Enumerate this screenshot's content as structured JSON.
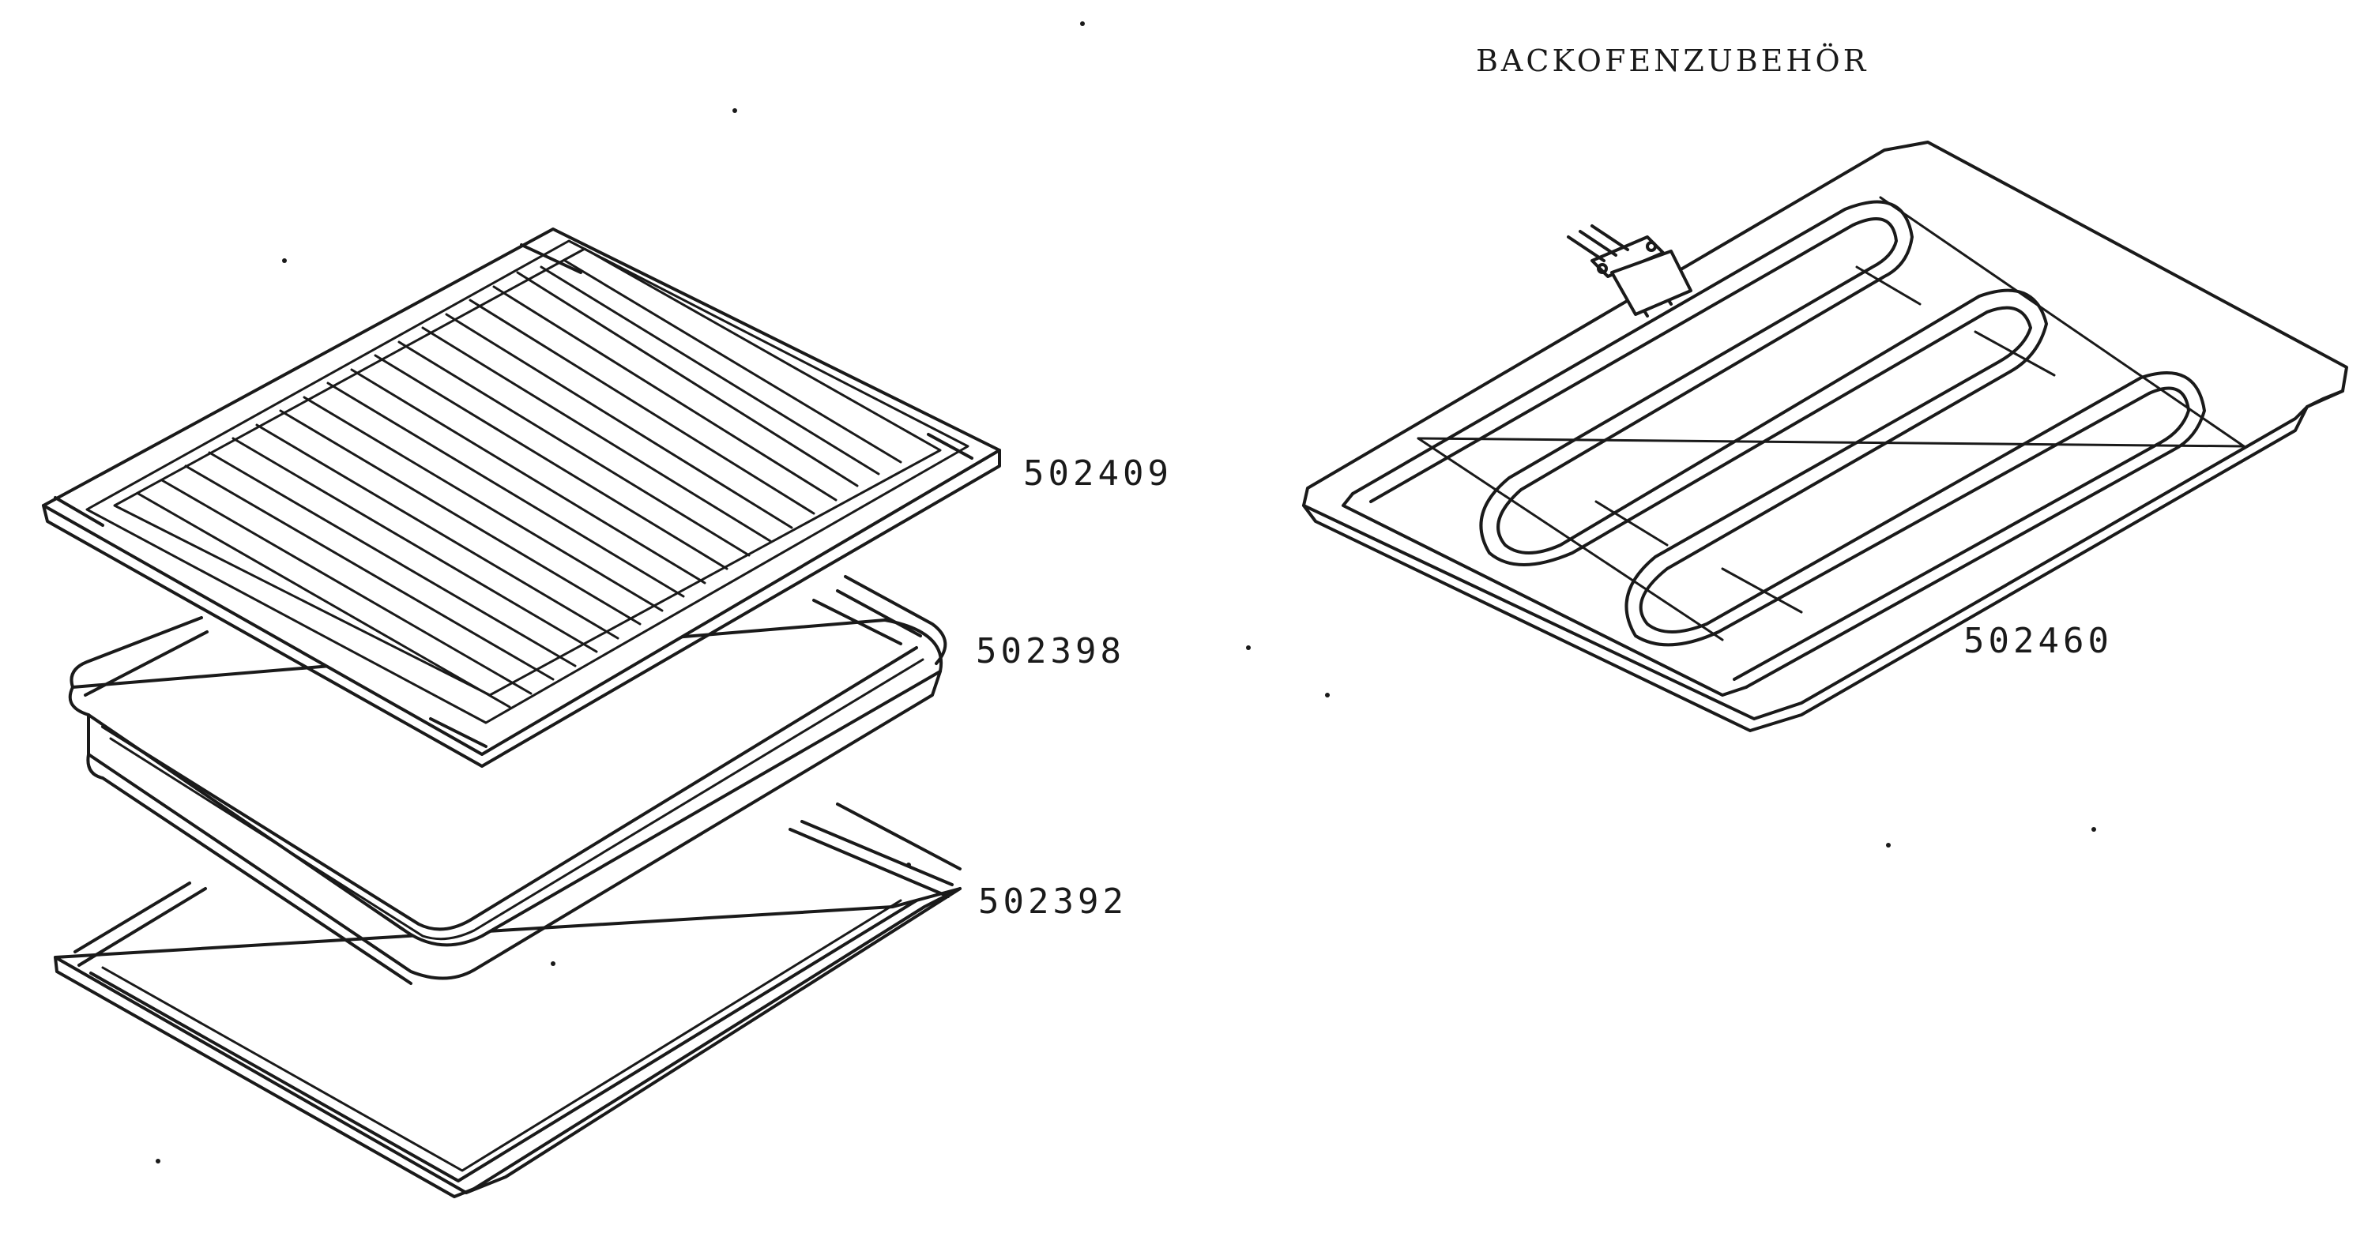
{
  "title": "BACKOFENZUBEHÖR",
  "parts": [
    {
      "id": "grill-rack",
      "number": "502409"
    },
    {
      "id": "baking-pan",
      "number": "502398"
    },
    {
      "id": "baking-sheet",
      "number": "502392"
    },
    {
      "id": "heating-element",
      "number": "502460"
    }
  ]
}
